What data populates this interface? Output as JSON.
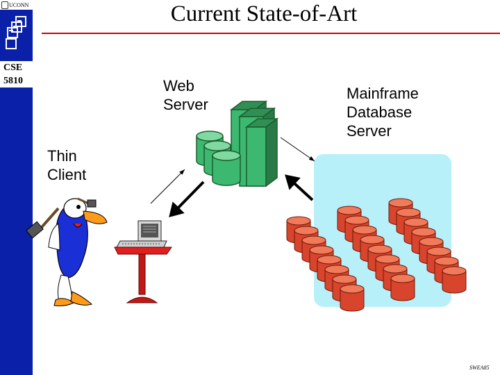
{
  "slide": {
    "title": "Current State-of-Art",
    "course_code": [
      "CSE",
      "5810"
    ],
    "logo_text": "UCONN",
    "footer": "SWEA85"
  },
  "labels": {
    "web_server": [
      "Web",
      "Server"
    ],
    "mainframe": [
      "Mainframe",
      "Database",
      "Server"
    ],
    "thin_client": [
      "Thin",
      "Client"
    ]
  },
  "colors": {
    "sidebar": "#0b20a8",
    "title_rule": "#cc0000",
    "server_green": "#3cb870",
    "database_red": "#d8442c",
    "mainframe_bg": "#b8f0fa"
  }
}
